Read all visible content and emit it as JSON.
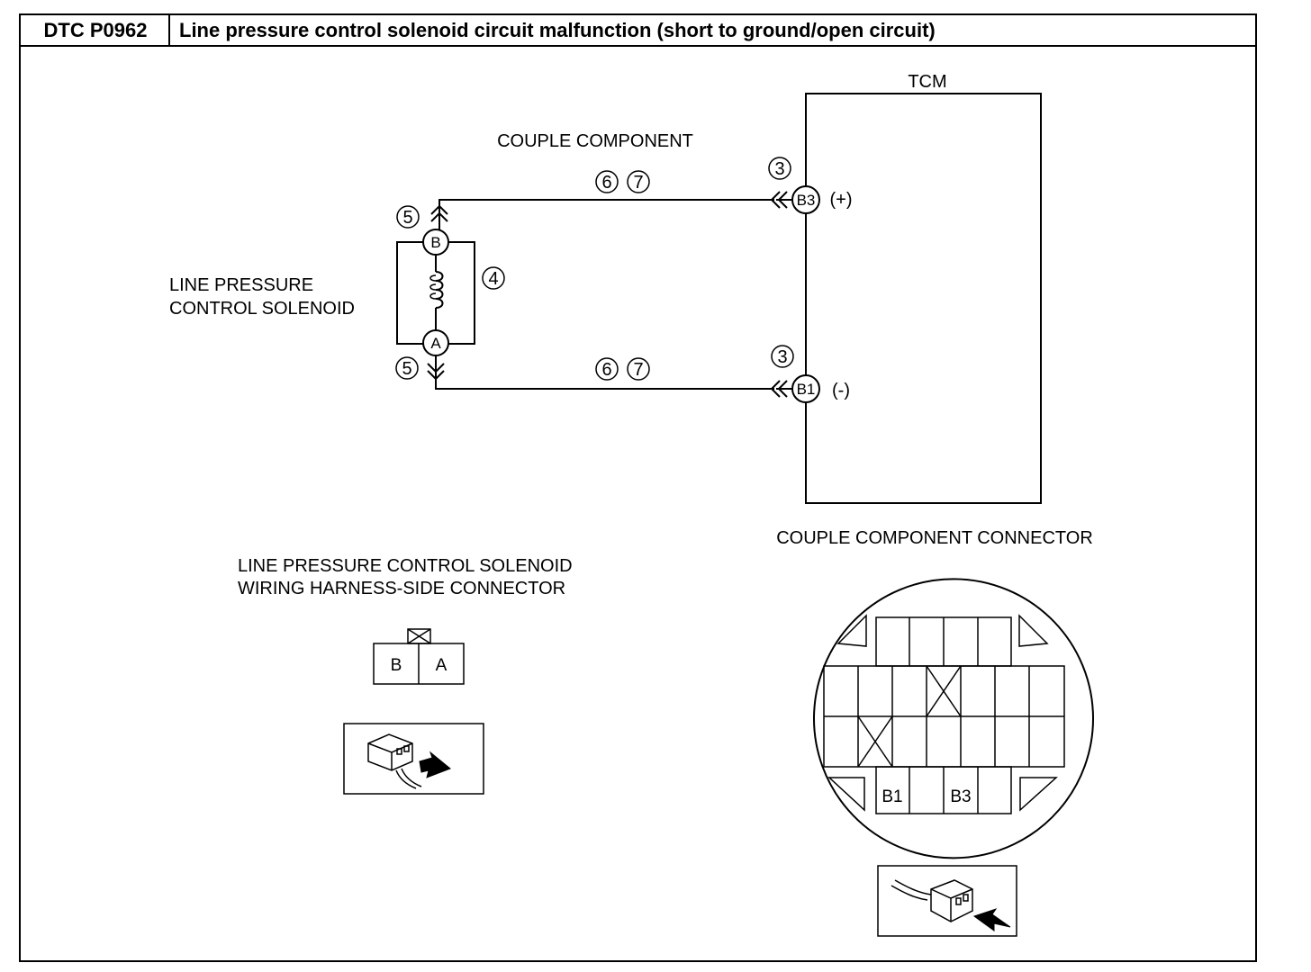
{
  "header": {
    "code": "DTC P0962",
    "title": "Line pressure control solenoid circuit malfunction (short to ground/open circuit)"
  },
  "diagram": {
    "tcm_label": "TCM",
    "couple_component_label": "COUPLE COMPONENT",
    "solenoid_label_line1": "LINE PRESSURE",
    "solenoid_label_line2": "CONTROL SOLENOID",
    "solenoid_pin_b": "B",
    "solenoid_pin_a": "A",
    "tcm_pin_top": "B3",
    "tcm_pin_bottom": "B1",
    "polarity_top": "(+)",
    "polarity_bottom": "(-)",
    "step_tcm_top": "3",
    "step_tcm_bottom": "3",
    "step_wire_top_1": "6",
    "step_wire_top_2": "7",
    "step_wire_bottom_1": "6",
    "step_wire_bottom_2": "7",
    "step_sol_top": "5",
    "step_sol_bottom": "5",
    "step_coil": "4"
  },
  "solenoid_connector": {
    "title_line1": "LINE PRESSURE CONTROL SOLENOID",
    "title_line2": "WIRING HARNESS-SIDE CONNECTOR",
    "cell_left": "B",
    "cell_right": "A"
  },
  "couple_connector": {
    "title": "COUPLE COMPONENT CONNECTOR",
    "cell_b1": "B1",
    "cell_b3": "B3"
  }
}
